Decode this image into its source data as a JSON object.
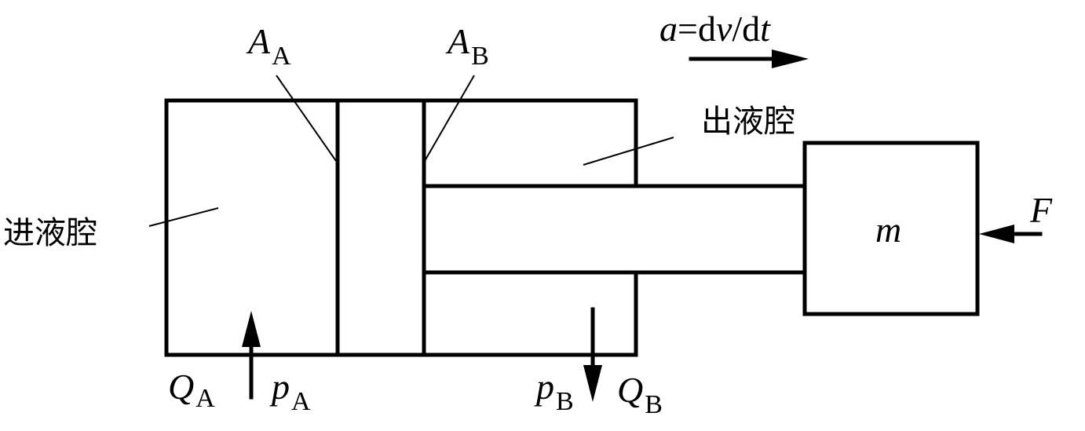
{
  "labels": {
    "area_a": {
      "main": "A",
      "sub": "A"
    },
    "area_b": {
      "main": "A",
      "sub": "B"
    },
    "accel": {
      "a": "a",
      "eq": "=d",
      "v": "v",
      "slash": "/d",
      "t": "t"
    },
    "outlet_chamber": "出液腔",
    "inlet_chamber": "进液腔",
    "mass": "m",
    "force": "F",
    "flow_a": {
      "main": "Q",
      "sub": "A"
    },
    "pressure_a": {
      "main": "p",
      "sub": "A"
    },
    "pressure_b": {
      "main": "p",
      "sub": "B"
    },
    "flow_b": {
      "main": "Q",
      "sub": "B"
    }
  }
}
